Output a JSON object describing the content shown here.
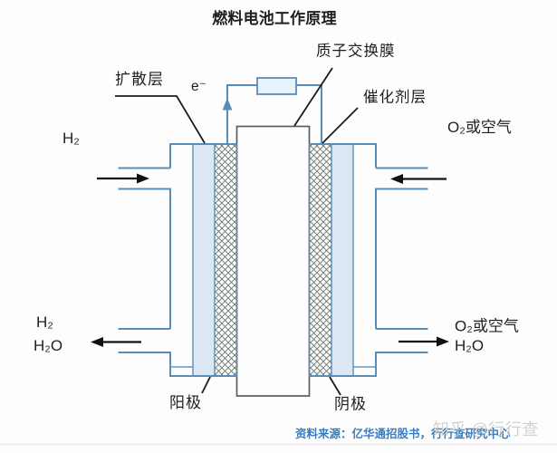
{
  "title": "燃料电池工作原理",
  "diagram": {
    "labels": {
      "membrane": "质子交换膜",
      "diffusion_layer": "扩散层",
      "electron": "e⁻",
      "catalyst_layer": "催化剂层",
      "anode": "阳极",
      "cathode": "阴极"
    },
    "flows": {
      "anode_inlet_gas": "H₂",
      "cathode_inlet_gas": "O₂或空气",
      "anode_outlet_gas": "H₂",
      "anode_outlet_water": "H₂O",
      "cathode_outlet_gas": "O₂或空气",
      "cathode_outlet_water": "H₂O"
    }
  },
  "footer": {
    "source_note": "资料来源：亿华通招股书，行行查研究中心",
    "watermark": "知乎 @行行查"
  },
  "colors": {
    "line_blue": "#5a8cb8",
    "membrane_border": "#4e6068",
    "diffusion_fill": "#dbe8f4",
    "resistor_fill": "#eaf2fa",
    "hatch_line": "#68766c",
    "text_black": "#1f1f1f",
    "source_blue": "#3a7cc0",
    "watermark_gray": "#c2c6cb",
    "background": "#fdfdfd"
  }
}
